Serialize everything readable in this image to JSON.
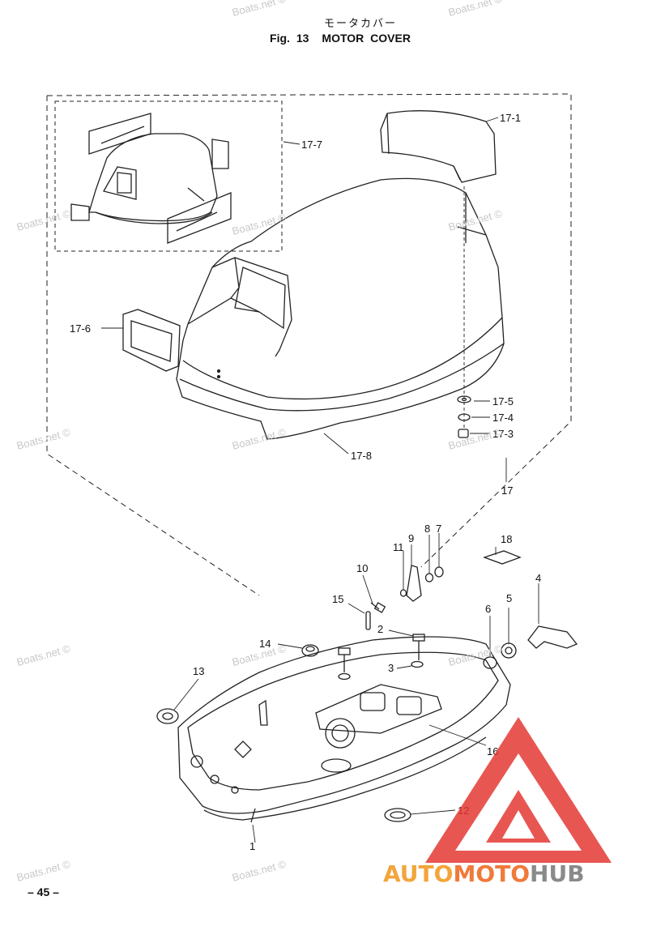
{
  "header": {
    "title_jp": "モータカバー",
    "fig": "Fig. 13",
    "title": "MOTOR COVER"
  },
  "callouts": {
    "c17_1": "17-1",
    "c17_7": "17-7",
    "c17_6": "17-6",
    "c17_5": "17-5",
    "c17_4": "17-4",
    "c17_3": "17-3",
    "c17_8": "17-8",
    "c17": "17",
    "c18": "18",
    "c7": "7",
    "c8": "8",
    "c9": "9",
    "c11": "11",
    "c10": "10",
    "c4": "4",
    "c15": "15",
    "c5": "5",
    "c6": "6",
    "c2": "2",
    "c14": "14",
    "c3": "3",
    "c13": "13",
    "c16": "16",
    "c12": "12",
    "c1": "1"
  },
  "watermark": "Boats.net ©",
  "footer": {
    "page": "– 45 –"
  },
  "logo": {
    "part1": "AUTO",
    "part2": "MOTO",
    "part3": "HUB"
  },
  "colors": {
    "logo_red": "#e53935",
    "logo_orange": "#f3a53b",
    "logo_gray": "#8a8a8a",
    "watermark": "#c8c8c8"
  }
}
